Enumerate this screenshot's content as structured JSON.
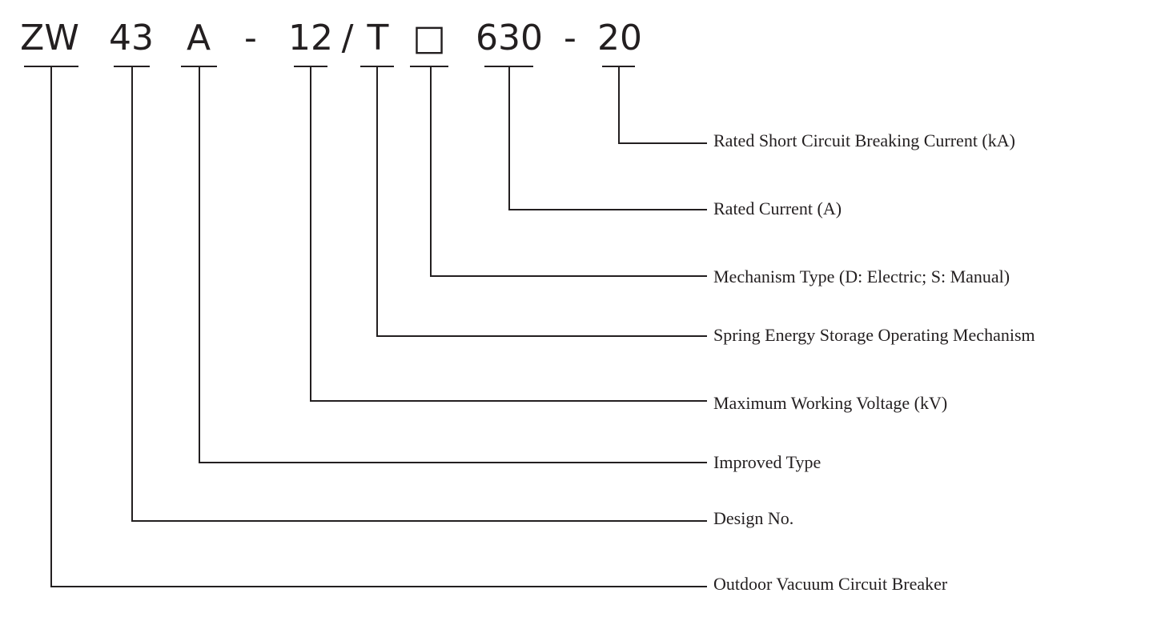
{
  "model_code": {
    "segments": [
      "ZW",
      "43",
      "A",
      "-",
      "12",
      "/",
      "T",
      "□",
      "630",
      "-",
      "20"
    ]
  },
  "descriptions": [
    "Rated Short Circuit Breaking Current (kA)",
    "Rated Current (A)",
    "Mechanism Type (D: Electric; S: Manual)",
    "Spring Energy Storage Operating Mechanism",
    "Maximum Working Voltage (kV)",
    "Improved Type",
    "Design No.",
    "Outdoor Vacuum Circuit Breaker"
  ],
  "colors": {
    "ink": "#231f20",
    "background": "#ffffff"
  }
}
